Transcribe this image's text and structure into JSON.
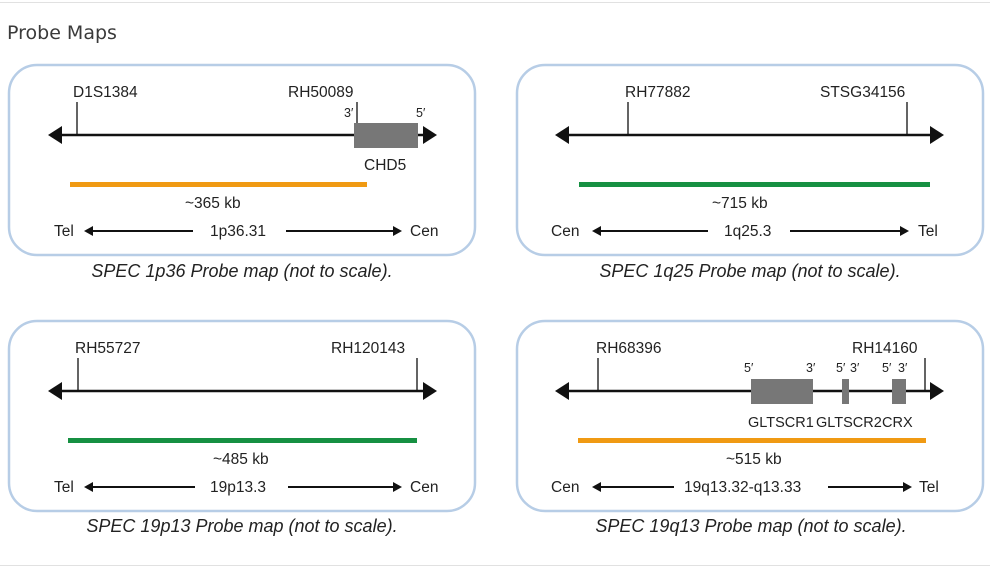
{
  "heading": "Probe Maps",
  "colors": {
    "border": "#b7cde6",
    "line": "#111111",
    "gene": "#777777",
    "orange": "#f09a13",
    "green": "#169042"
  },
  "maps": [
    {
      "caption": "SPEC 1p36 Probe map (not to scale).",
      "markers": [
        "D1S1384",
        "RH50089"
      ],
      "gene_name": "CHD5",
      "gene_ends": [
        "3′",
        "5′"
      ],
      "size": "~365 kb",
      "probe_color": "orange",
      "left_end": "Tel",
      "band": "1p36.31",
      "right_end": "Cen"
    },
    {
      "caption": "SPEC 1q25 Probe map (not to scale).",
      "markers": [
        "RH77882",
        "STSG34156"
      ],
      "size": "~715 kb",
      "probe_color": "green",
      "left_end": "Cen",
      "band": "1q25.3",
      "right_end": "Tel"
    },
    {
      "caption": "SPEC 19p13 Probe map (not to scale).",
      "markers": [
        "RH55727",
        "RH120143"
      ],
      "size": "~485 kb",
      "probe_color": "green",
      "left_end": "Tel",
      "band": "19p13.3",
      "right_end": "Cen"
    },
    {
      "caption": "SPEC 19q13 Probe map (not to scale).",
      "markers": [
        "RH68396",
        "RH14160"
      ],
      "genes": [
        {
          "name": "GLTSCR1",
          "ends": [
            "5′",
            "3′"
          ]
        },
        {
          "name": "GLTSCR2",
          "ends": [
            "5′",
            "3′"
          ]
        },
        {
          "name": "CRX",
          "ends": [
            "5′",
            "3′"
          ]
        }
      ],
      "size": "~515 kb",
      "probe_color": "orange",
      "left_end": "Cen",
      "band": "19q13.32-q13.33",
      "right_end": "Tel"
    }
  ]
}
